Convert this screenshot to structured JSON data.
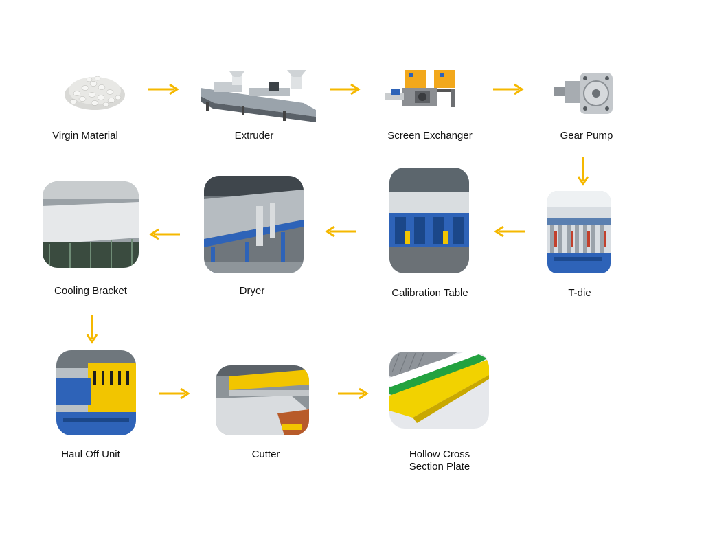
{
  "colors": {
    "arrow": "#F5B800",
    "machine_blue": "#2E63B8",
    "machine_yellow": "#F2C500"
  },
  "steps": [
    {
      "label": "Virgin Material",
      "icon": "pellet-pile-icon"
    },
    {
      "label": "Extruder",
      "icon": "extruder-machine-icon"
    },
    {
      "label": "Screen Exchanger",
      "icon": "screen-exchanger-icon"
    },
    {
      "label": "Gear Pump",
      "icon": "gear-pump-icon"
    },
    {
      "label": "T-die",
      "icon": "t-die-icon"
    },
    {
      "label": "Calibration Table",
      "icon": "calibration-table-icon"
    },
    {
      "label": "Dryer",
      "icon": "dryer-icon"
    },
    {
      "label": "Cooling Bracket",
      "icon": "cooling-bracket-icon"
    },
    {
      "label": "Haul Off Unit",
      "icon": "haul-off-unit-icon"
    },
    {
      "label": "Cutter",
      "icon": "cutter-icon"
    },
    {
      "label_line1": "Hollow Cross",
      "label_line2": "Section Plate",
      "icon": "hollow-plate-icon"
    }
  ]
}
